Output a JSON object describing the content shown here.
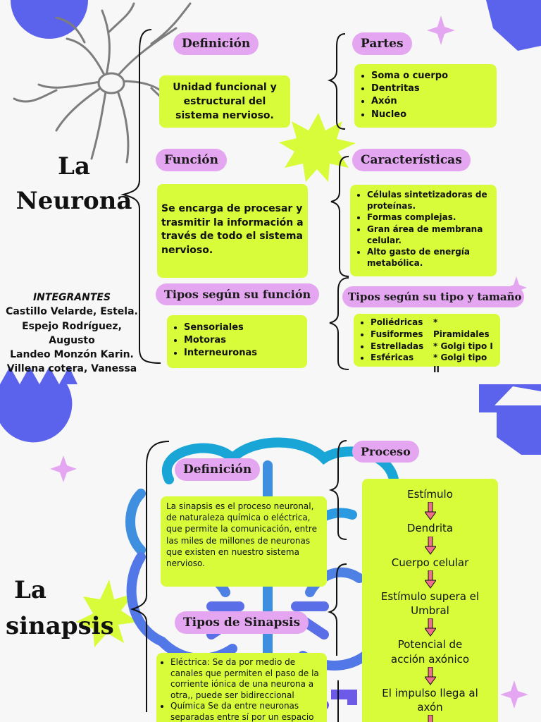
{
  "colors": {
    "accent_lime": "#d8fb3a",
    "pill_pink": "#e4a6f0",
    "deco_blue": "#5b62ec",
    "arrow_pink": "#f0708a"
  },
  "neurona": {
    "title_line1": "La",
    "title_line2": "Neurona",
    "definicion": {
      "label": "Definición",
      "text": "Unidad funcional y estructural del sistema nervioso."
    },
    "partes": {
      "label": "Partes",
      "items": [
        "Soma o cuerpo",
        "Dentritas",
        "Axón",
        "Nucleo"
      ]
    },
    "funcion": {
      "label": "Función",
      "text": "Se encarga de procesar y trasmitir la información a través de todo el sistema nervioso."
    },
    "caracteristicas": {
      "label": "Características",
      "items": [
        "Células sintetizadoras de proteínas.",
        "Formas complejas.",
        "Gran área de membrana celular.",
        "Alto gasto de energía metabólica."
      ]
    },
    "tipos_funcion": {
      "label": "Tipos según su función",
      "items": [
        "Sensoriales",
        "Motoras",
        "Interneuronas"
      ]
    },
    "tipos_tamano": {
      "label": "Tipos según su tipo y tamaño",
      "col1": [
        "Poliédricas",
        "Fusiformes",
        "Estrelladas",
        "Esféricas"
      ],
      "col2": [
        "* Piramidales",
        "* Golgi tipo I",
        "* Golgi tipo II"
      ]
    },
    "integrantes": {
      "heading": "INTEGRANTES",
      "names": [
        "Castillo Velarde, Estela.",
        "Espejo Rodríguez,",
        "Augusto",
        "Landeo Monzón Karin.",
        "Villena cotera, Vanessa"
      ]
    }
  },
  "sinapsis": {
    "title_line1": "La",
    "title_line2": "sinapsis",
    "definicion": {
      "label": "Definición",
      "text": "La sinapsis es el proceso neuronal, de naturaleza química o eléctrica, que permite la comunicación,  entre las miles de millones de neuronas que existen en nuestro sistema nervioso."
    },
    "tipos": {
      "label": "Tipos de Sinapsis",
      "items": [
        "Eléctrica: Se da por medio de canales que permiten el paso de la corriente iónica de una neurona a otra,, puede ser bidireccional",
        "Química Se da entre neuronas separadas entre sí por un espacio"
      ]
    },
    "proceso": {
      "label": "Proceso",
      "steps": [
        "Estímulo",
        "Dendrita",
        "Cuerpo celular",
        "Estímulo supera el Umbral",
        "Potencial de acción axónico",
        "El impulso llega al axón"
      ]
    }
  }
}
